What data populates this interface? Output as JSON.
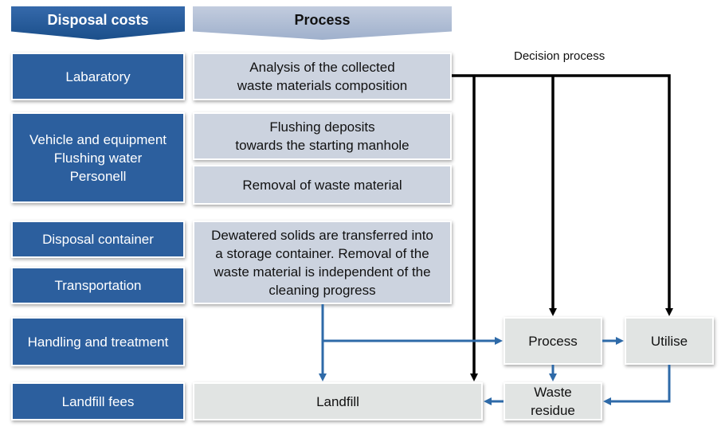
{
  "headers": {
    "disposal_costs": "Disposal costs",
    "process": "Process"
  },
  "cost_items": {
    "laboratory": "Labaratory",
    "vehicle": "Vehicle and equipment\nFlushing water\nPersonell",
    "container": "Disposal container",
    "transport": "Transportation",
    "handling": "Handling and treatment",
    "landfill_fees": "Landfill fees"
  },
  "process_items": {
    "analysis": "Analysis of the collected\nwaste materials composition",
    "flushing": "Flushing deposits\ntowards the starting manhole",
    "removal": "Removal of waste material",
    "dewatered": "Dewatered solids are transferred into\na storage container. Removal of the\nwaste material is independent of the\ncleaning progress"
  },
  "outcomes": {
    "landfill": "Landfill",
    "process": "Process",
    "utilise": "Utilise",
    "waste_residue": "Waste\nresidue"
  },
  "decision_label": "Decision process",
  "colors": {
    "cost_box": "#2c5f9e",
    "process_box": "#ccd3df",
    "outcome_box": "#e1e4e3",
    "flow_arrow": "#2e6aa8",
    "decision_arrow": "#000000"
  }
}
